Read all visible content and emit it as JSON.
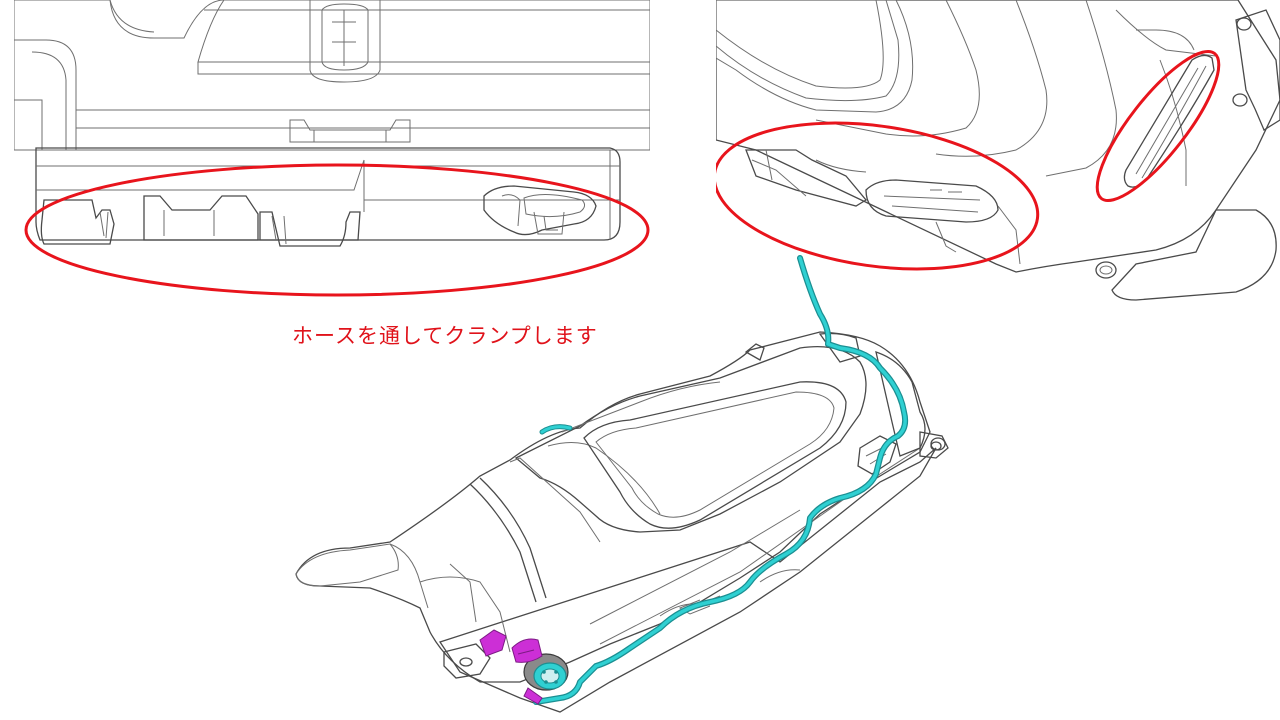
{
  "caption": "ホースを通してクランプします",
  "colors": {
    "annotation": "#e8141c",
    "caption": "#e0121a",
    "hose": "#2fd0d2",
    "connector": "#cc2fd6",
    "part_light": "#f1f1f1",
    "part_shade": "#dcdcdc",
    "part_dark": "#9e9e9e"
  },
  "panels": [
    {
      "view": "detail",
      "position": "top-left",
      "annotation": "red-ellipse"
    },
    {
      "view": "detail",
      "position": "top-right",
      "annotation": "red-ellipses"
    },
    {
      "view": "assembly",
      "position": "bottom-center",
      "features": [
        "hose",
        "connector"
      ]
    }
  ]
}
